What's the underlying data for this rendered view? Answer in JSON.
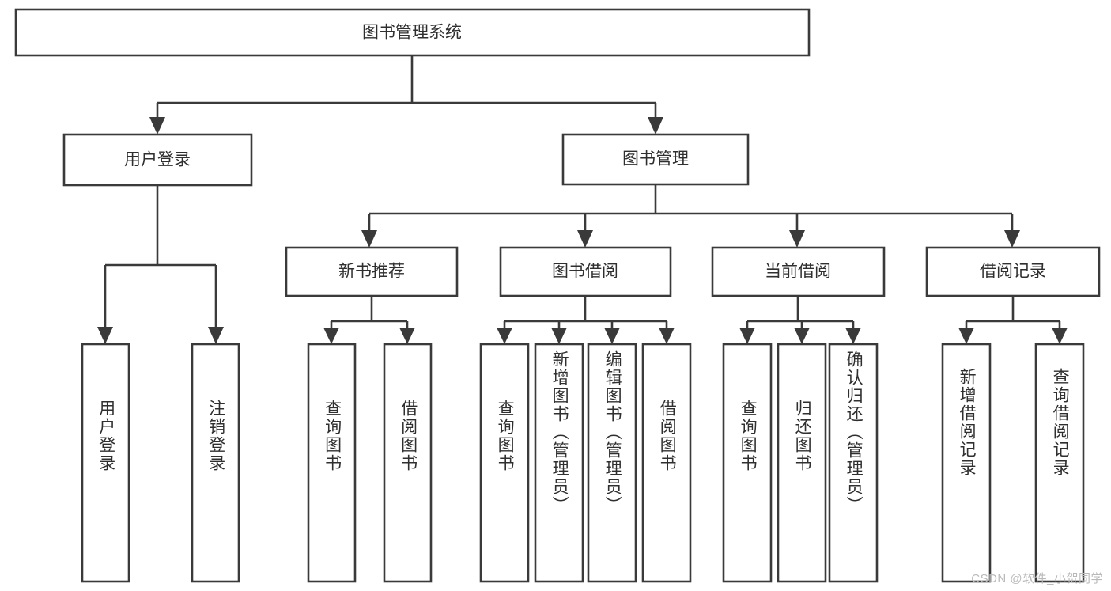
{
  "diagram": {
    "type": "tree-hierarchy-flowchart",
    "title": "图书管理系统",
    "root": {
      "id": "root",
      "label": "图书管理系统"
    },
    "level1": [
      {
        "id": "user-login",
        "label": "用户登录"
      },
      {
        "id": "book-manage",
        "label": "图书管理"
      }
    ],
    "level2": [
      {
        "id": "new-book-rec",
        "label": "新书推荐",
        "parent": "book-manage"
      },
      {
        "id": "book-borrow",
        "label": "图书借阅",
        "parent": "book-manage"
      },
      {
        "id": "current-borrow",
        "label": "当前借阅",
        "parent": "book-manage"
      },
      {
        "id": "borrow-record",
        "label": "借阅记录",
        "parent": "book-manage"
      }
    ],
    "leaves": [
      {
        "id": "leaf-user-login",
        "label": "用户登录",
        "parent": "user-login"
      },
      {
        "id": "leaf-logout",
        "label": "注销登录",
        "parent": "user-login"
      },
      {
        "id": "leaf-query-book-1",
        "label": "查询图书",
        "parent": "new-book-rec"
      },
      {
        "id": "leaf-borrow-book-1",
        "label": "借阅图书",
        "parent": "new-book-rec"
      },
      {
        "id": "leaf-query-book-2",
        "label": "查询图书",
        "parent": "book-borrow"
      },
      {
        "id": "leaf-add-book",
        "label": "新增图书（管理员）",
        "parent": "book-borrow"
      },
      {
        "id": "leaf-edit-book",
        "label": "编辑图书（管理员）",
        "parent": "book-borrow"
      },
      {
        "id": "leaf-borrow-book-2",
        "label": "借阅图书",
        "parent": "book-borrow"
      },
      {
        "id": "leaf-query-book-3",
        "label": "查询图书",
        "parent": "current-borrow"
      },
      {
        "id": "leaf-return-book",
        "label": "归还图书",
        "parent": "current-borrow"
      },
      {
        "id": "leaf-confirm-return",
        "label": "确认归还（管理员）",
        "parent": "current-borrow"
      },
      {
        "id": "leaf-add-record",
        "label": "新增借阅记录",
        "parent": "borrow-record"
      },
      {
        "id": "leaf-query-record",
        "label": "查询借阅记录",
        "parent": "borrow-record"
      }
    ],
    "colors": {
      "box_fill": "#ffffff",
      "box_stroke": "#3a3a3a",
      "connector": "#3a3a3a",
      "text": "#2f2f2f",
      "background": "#ffffff",
      "watermark": "#b9b9b9"
    }
  },
  "watermark": {
    "text": "CSDN @软件_小贺同学"
  }
}
